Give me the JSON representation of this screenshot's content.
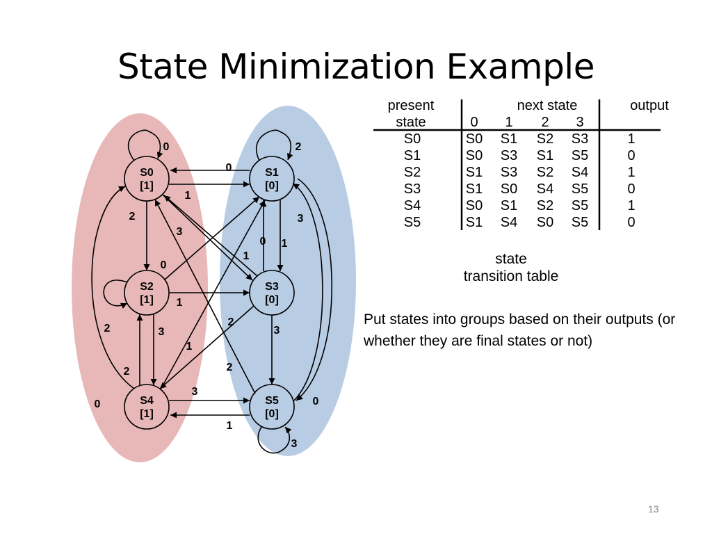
{
  "slide": {
    "title": "State Minimization Example",
    "page_number": "13"
  },
  "colors": {
    "group_output_1": "#e8b8b8",
    "group_output_0": "#b8cce4",
    "stroke": "#000000"
  },
  "diagram": {
    "nodes": [
      {
        "id": "S0",
        "name": "S0",
        "output": "[1]"
      },
      {
        "id": "S1",
        "name": "S1",
        "output": "[0]"
      },
      {
        "id": "S2",
        "name": "S2",
        "output": "[1]"
      },
      {
        "id": "S3",
        "name": "S3",
        "output": "[0]"
      },
      {
        "id": "S4",
        "name": "S4",
        "output": "[1]"
      },
      {
        "id": "S5",
        "name": "S5",
        "output": "[0]"
      }
    ],
    "transitions": [
      {
        "from": "S0",
        "to": "S0",
        "input": "0"
      },
      {
        "from": "S0",
        "to": "S1",
        "input": "1"
      },
      {
        "from": "S0",
        "to": "S2",
        "input": "2"
      },
      {
        "from": "S0",
        "to": "S3",
        "input": "3"
      },
      {
        "from": "S1",
        "to": "S0",
        "input": "0"
      },
      {
        "from": "S1",
        "to": "S3",
        "input": "1"
      },
      {
        "from": "S1",
        "to": "S1",
        "input": "2"
      },
      {
        "from": "S1",
        "to": "S5",
        "input": "3"
      },
      {
        "from": "S2",
        "to": "S1",
        "input": "0"
      },
      {
        "from": "S2",
        "to": "S3",
        "input": "1"
      },
      {
        "from": "S2",
        "to": "S2",
        "input": "2"
      },
      {
        "from": "S2",
        "to": "S4",
        "input": "3"
      },
      {
        "from": "S3",
        "to": "S1",
        "input": "0"
      },
      {
        "from": "S3",
        "to": "S0",
        "input": "1"
      },
      {
        "from": "S3",
        "to": "S4",
        "input": "2"
      },
      {
        "from": "S3",
        "to": "S5",
        "input": "3"
      },
      {
        "from": "S4",
        "to": "S0",
        "input": "0"
      },
      {
        "from": "S4",
        "to": "S1",
        "input": "1"
      },
      {
        "from": "S4",
        "to": "S2",
        "input": "2"
      },
      {
        "from": "S4",
        "to": "S5",
        "input": "3"
      },
      {
        "from": "S5",
        "to": "S1",
        "input": "0"
      },
      {
        "from": "S5",
        "to": "S4",
        "input": "1"
      },
      {
        "from": "S5",
        "to": "S0",
        "input": "2"
      },
      {
        "from": "S5",
        "to": "S5",
        "input": "3"
      }
    ]
  },
  "table": {
    "header_present_line1": "present",
    "header_present_line2": "state",
    "header_next": "next state",
    "header_output": "output",
    "input_columns": [
      "0",
      "1",
      "2",
      "3"
    ],
    "rows": [
      {
        "state": "S0",
        "next": [
          "S0",
          "S1",
          "S2",
          "S3"
        ],
        "output": "1"
      },
      {
        "state": "S1",
        "next": [
          "S0",
          "S3",
          "S1",
          "S5"
        ],
        "output": "0"
      },
      {
        "state": "S2",
        "next": [
          "S1",
          "S3",
          "S2",
          "S4"
        ],
        "output": "1"
      },
      {
        "state": "S3",
        "next": [
          "S1",
          "S0",
          "S4",
          "S5"
        ],
        "output": "0"
      },
      {
        "state": "S4",
        "next": [
          "S0",
          "S1",
          "S2",
          "S5"
        ],
        "output": "1"
      },
      {
        "state": "S5",
        "next": [
          "S1",
          "S4",
          "S0",
          "S5"
        ],
        "output": "0"
      }
    ],
    "caption_line1": "state",
    "caption_line2": "transition table"
  },
  "note": "Put states into groups based on their outputs (or whether they are final states or not)"
}
